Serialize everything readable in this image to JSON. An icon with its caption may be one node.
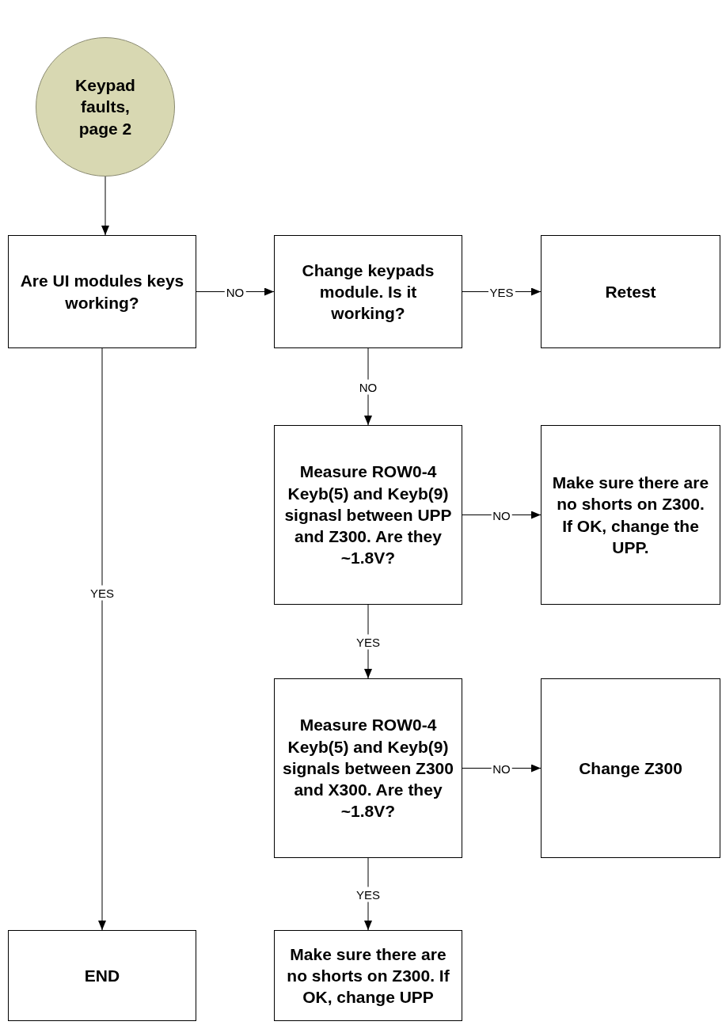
{
  "diagram": {
    "nodes": [
      {
        "text": [
          "Keypad faults, page 2"
        ]
      },
      {
        "text": [
          "Are UI modules keys working?"
        ]
      },
      {
        "text": [
          "Change keypads module. Is it working?"
        ]
      },
      {
        "text": [
          "Retest"
        ]
      },
      {
        "text": [
          "Measure ROW0-4 Keyb(5) and Keyb(9) signasl between UPP and Z300. Are they ~1.8V?"
        ]
      },
      {
        "text": [
          "Make sure there are no shorts on Z300. If OK, change the UPP."
        ]
      },
      {
        "text": [
          "Measure ROW0-4 Keyb(5) and Keyb(9) signals between Z300 and X300. Are they ~1.8V?"
        ]
      },
      {
        "text": [
          "Change Z300"
        ]
      },
      {
        "text": [
          "END"
        ]
      },
      {
        "text": [
          "Make sure there are no shorts on Z300. If OK, change UPP"
        ]
      }
    ],
    "edges": [
      {
        "from": 0,
        "to": 1,
        "arrow": "to"
      },
      {
        "from": 1,
        "to": 2,
        "arrow": "to",
        "label": "NO"
      },
      {
        "from": 2,
        "to": 3,
        "arrow": "to",
        "label": "YES"
      },
      {
        "from": 2,
        "to": 4,
        "arrow": "to",
        "label": "NO"
      },
      {
        "from": 4,
        "to": 5,
        "arrow": "to",
        "label": "NO"
      },
      {
        "from": 4,
        "to": 6,
        "arrow": "to",
        "label": "YES"
      },
      {
        "from": 6,
        "to": 7,
        "arrow": "to",
        "label": "NO"
      },
      {
        "from": 6,
        "to": 9,
        "arrow": "to",
        "label": "YES"
      },
      {
        "from": 1,
        "to": 8,
        "arrow": "to",
        "label": "YES"
      }
    ]
  }
}
